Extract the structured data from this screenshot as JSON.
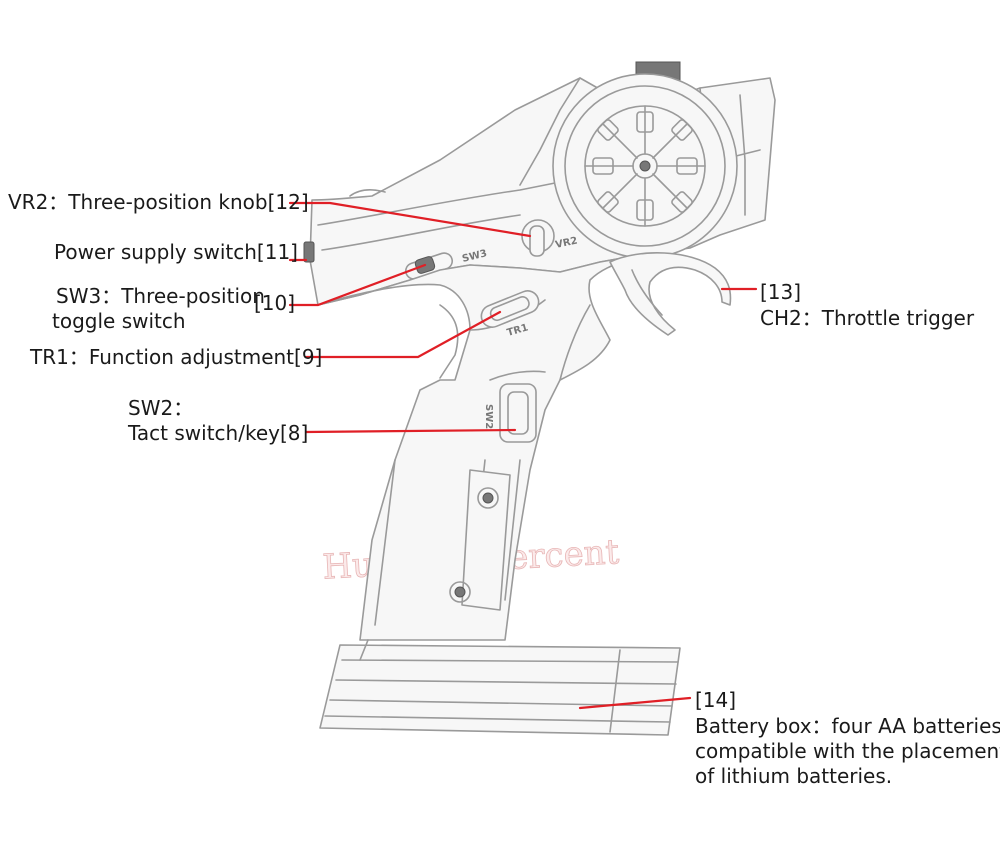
{
  "labels": {
    "vr2": "VR2：Three-position knob[12]",
    "power": "Power supply switch[11]",
    "sw3_line1": "SW3：Three-position",
    "sw3_line2": "toggle switch",
    "sw3_num": "[10]",
    "tr1": "TR1：Function adjustment[9]",
    "sw2_line1": "SW2：",
    "sw2_line2": "Tact switch/key[8]",
    "trigger_num": "[13]",
    "trigger": "CH2：Throttle trigger",
    "battery_num": "[14]",
    "battery_line1": "Battery box：four AA batteries,",
    "battery_line2": "compatible with the placement",
    "battery_line3": "of lithium batteries."
  },
  "engravings": {
    "vr2": "VR2",
    "sw3": "SW3",
    "tr1": "TR1",
    "sw2": "SW2"
  },
  "watermark": "Hundred percent",
  "colors": {
    "leader": "#e01f26",
    "outline": "#9a9a9a",
    "text": "#1a1a1a"
  }
}
